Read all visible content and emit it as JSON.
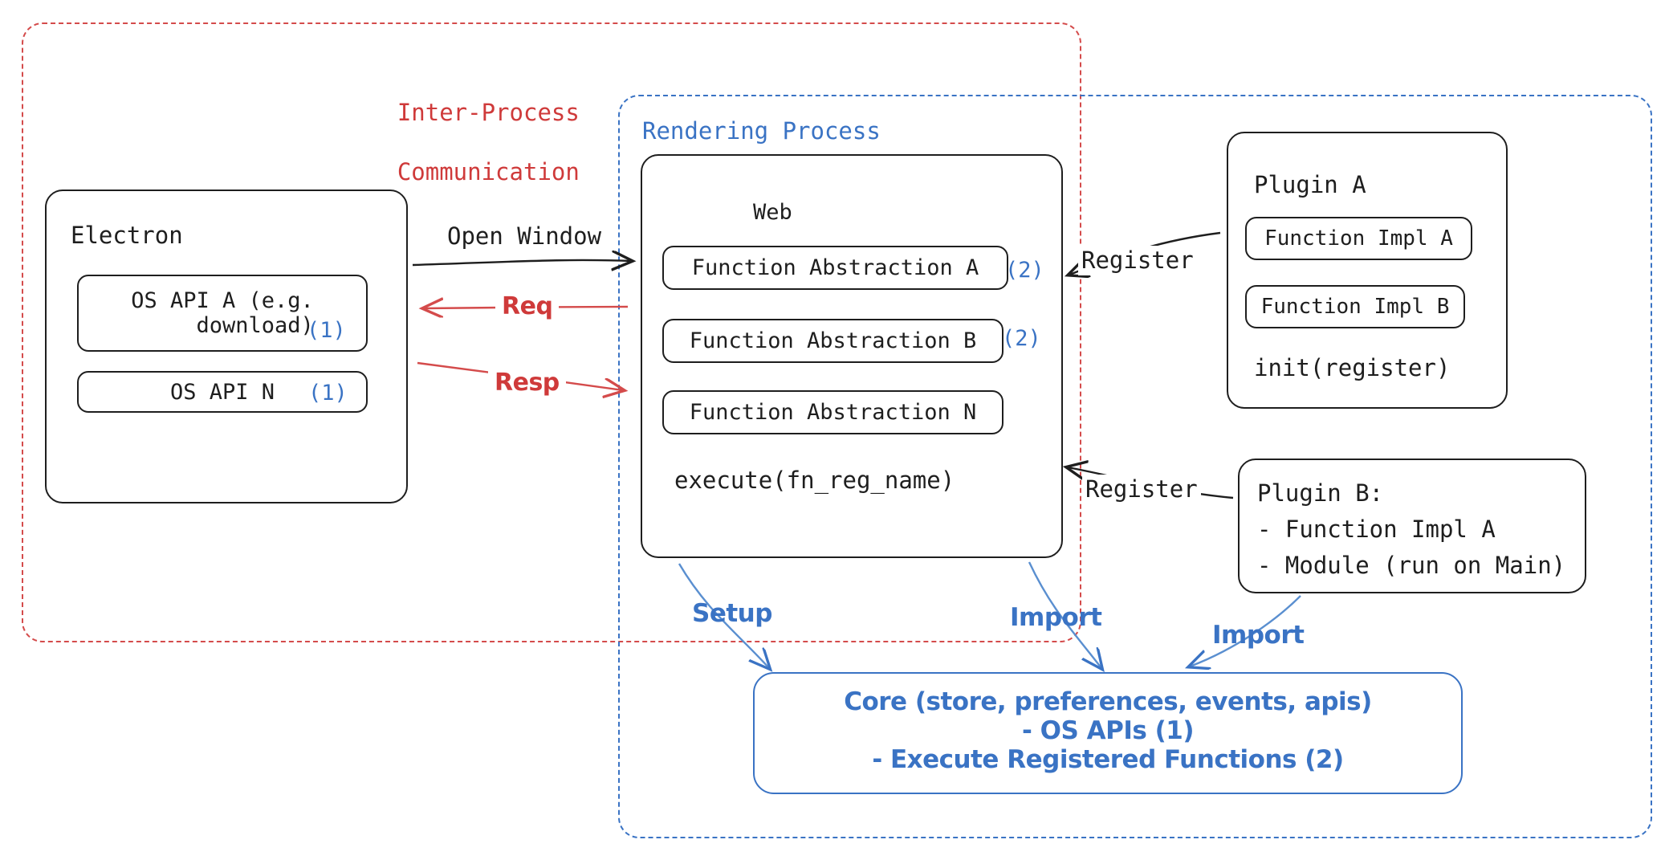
{
  "diagram": {
    "title_labels": {
      "ipc": "Inter-Process\nCommunication",
      "rendering_process": "Rendering Process"
    },
    "electron": {
      "title": "Electron",
      "apis": [
        {
          "label": "OS API A (e.g.\n     download)",
          "marker": "(1)"
        },
        {
          "label": "OS API N",
          "marker": "(1)"
        }
      ]
    },
    "web": {
      "title": "Web",
      "abstractions": [
        {
          "label": "Function Abstraction A",
          "marker": "(2)"
        },
        {
          "label": "Function Abstraction B",
          "marker": "(2)"
        },
        {
          "label": "Function Abstraction N",
          "marker": ""
        }
      ],
      "method": "execute(fn_reg_name)"
    },
    "plugin_a": {
      "title": "Plugin A",
      "impls": [
        {
          "label": "Function Impl A"
        },
        {
          "label": "Function Impl B"
        }
      ],
      "method": "init(register)"
    },
    "plugin_b": {
      "lines": [
        "Plugin B:",
        "- Function Impl A",
        "- Module (run on Main)"
      ]
    },
    "core": {
      "lines": [
        "Core (store, preferences, events, apis)",
        "- OS APIs (1)",
        "- Execute Registered Functions (2)"
      ]
    },
    "edges": [
      {
        "label": "Open Window",
        "color": "#1e1e1e"
      },
      {
        "label": "Req",
        "color": "#d44b4b"
      },
      {
        "label": "Resp",
        "color": "#d44b4b"
      },
      {
        "label": "Register",
        "color": "#1e1e1e"
      },
      {
        "label": "Register",
        "color": "#1e1e1e"
      },
      {
        "label": "Setup",
        "color": "#3a73c4"
      },
      {
        "label": "Import",
        "color": "#3a73c4"
      },
      {
        "label": "Import",
        "color": "#3a73c4"
      }
    ],
    "colors": {
      "ink": "#1e1e1e",
      "red": "#d44b4b",
      "blue": "#3a73c4"
    }
  }
}
